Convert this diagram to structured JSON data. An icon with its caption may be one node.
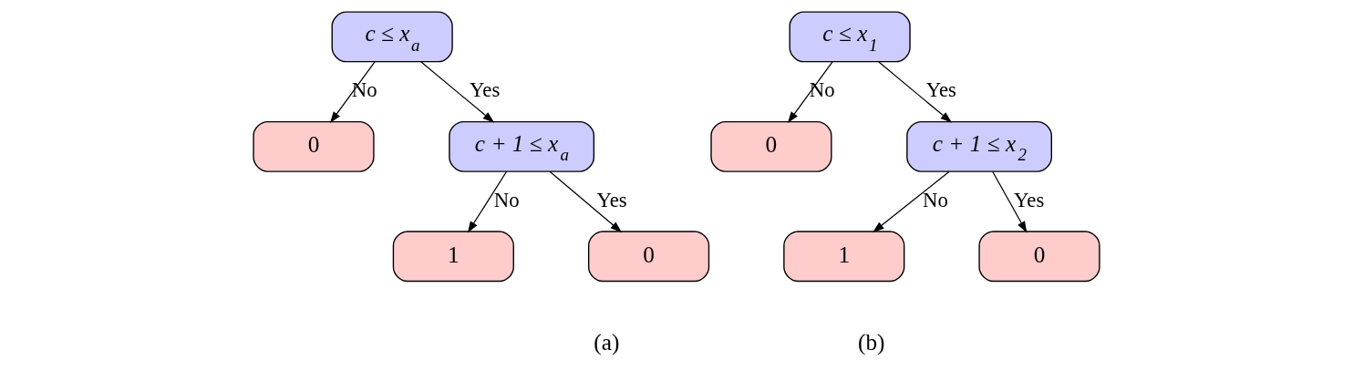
{
  "diagram": {
    "nodes": [
      {
        "text": [
          "c ≤ x$_{a}$"
        ]
      },
      {
        "text": [
          "0"
        ]
      },
      {
        "text": [
          "c + 1 ≤ x$_{a}$"
        ]
      },
      {
        "text": [
          "1"
        ]
      },
      {
        "text": [
          "0"
        ]
      },
      {
        "text": [
          "c ≤ x$_{1}$"
        ]
      },
      {
        "text": [
          "0"
        ]
      },
      {
        "text": [
          "c + 1 ≤ x$_{2}$"
        ]
      },
      {
        "text": [
          "1"
        ]
      },
      {
        "text": [
          "0"
        ]
      }
    ],
    "edges": [
      {
        "from": 0,
        "to": 1,
        "arrow": "to",
        "label": "No"
      },
      {
        "from": 0,
        "to": 2,
        "arrow": "to",
        "label": "Yes"
      },
      {
        "from": 2,
        "to": 3,
        "arrow": "to",
        "label": "No"
      },
      {
        "from": 2,
        "to": 4,
        "arrow": "to",
        "label": "Yes"
      },
      {
        "from": 5,
        "to": 6,
        "arrow": "to",
        "label": "No"
      },
      {
        "from": 5,
        "to": 7,
        "arrow": "to",
        "label": "Yes"
      },
      {
        "from": 7,
        "to": 8,
        "arrow": "to",
        "label": "No"
      },
      {
        "from": 7,
        "to": 9,
        "arrow": "to",
        "label": "Yes"
      }
    ],
    "labels": [
      "(a)",
      "(b)"
    ]
  }
}
